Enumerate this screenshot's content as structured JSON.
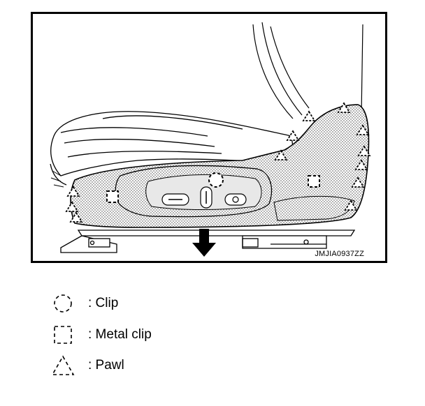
{
  "figure": {
    "code": "JMJIA0937ZZ",
    "icons": [
      "clip-symbol",
      "metal-clip-symbol",
      "pawl-symbol",
      "removal-direction-arrow"
    ]
  },
  "legend": {
    "clip": ": Clip",
    "metal_clip": ": Metal clip",
    "pawl": ": Pawl"
  }
}
